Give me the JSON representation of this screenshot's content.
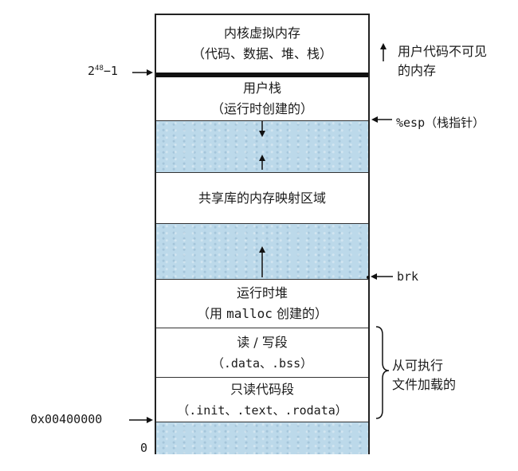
{
  "segments": {
    "kernel": {
      "line1": "内核虚拟内存",
      "line2": "（代码、数据、堆、栈）"
    },
    "user_stack": {
      "line1": "用户栈",
      "line2": "（运行时创建的）"
    },
    "shared_libs": {
      "line1": "共享库的内存映射区域"
    },
    "heap": {
      "line1": "运行时堆",
      "line2_pre": "（用 ",
      "line2_code": "malloc",
      "line2_post": " 创建的）"
    },
    "rw_seg": {
      "line1": "读 / 写段",
      "line2": "（.data、.bss）"
    },
    "ro_seg": {
      "line1": "只读代码段",
      "line2": "（.init、.text、.rodata）"
    }
  },
  "left_labels": {
    "top_user_addr": {
      "base": "2",
      "exp": "48",
      "rest": "−1"
    },
    "text_start": "0x00400000",
    "zero": "0"
  },
  "right_labels": {
    "invisible_note": [
      "用户代码不可见",
      "的内存"
    ],
    "esp": {
      "code": "%esp",
      "text": "（栈指针）"
    },
    "brk": "brk",
    "loaded_note": [
      "从可执行",
      "文件加载的"
    ]
  },
  "colors": {
    "gap_fill": "#bcd9ea",
    "border": "#222222"
  }
}
